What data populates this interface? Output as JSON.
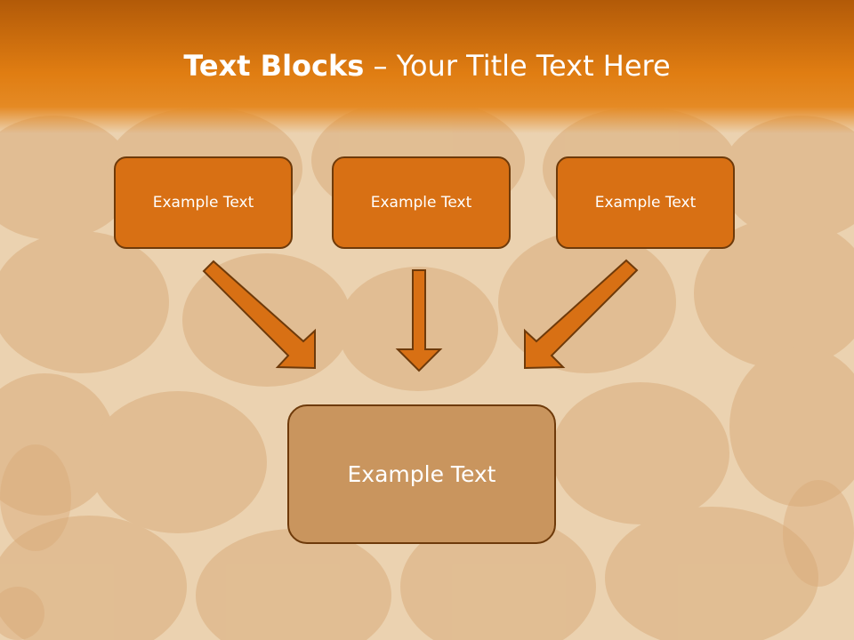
{
  "slide": {
    "title_bold": "Text Blocks",
    "title_sep": " – ",
    "title_rest": "Your Title Text Here"
  },
  "blocks": {
    "left": "Example Text",
    "center": "Example Text",
    "right": "Example Text",
    "result": "Example Text"
  },
  "colors": {
    "header": "#e07d12",
    "box_fill": "#d87014",
    "box_border": "#6e3a0a",
    "result_fill": "#c9955e",
    "arrow": "#d87014"
  }
}
